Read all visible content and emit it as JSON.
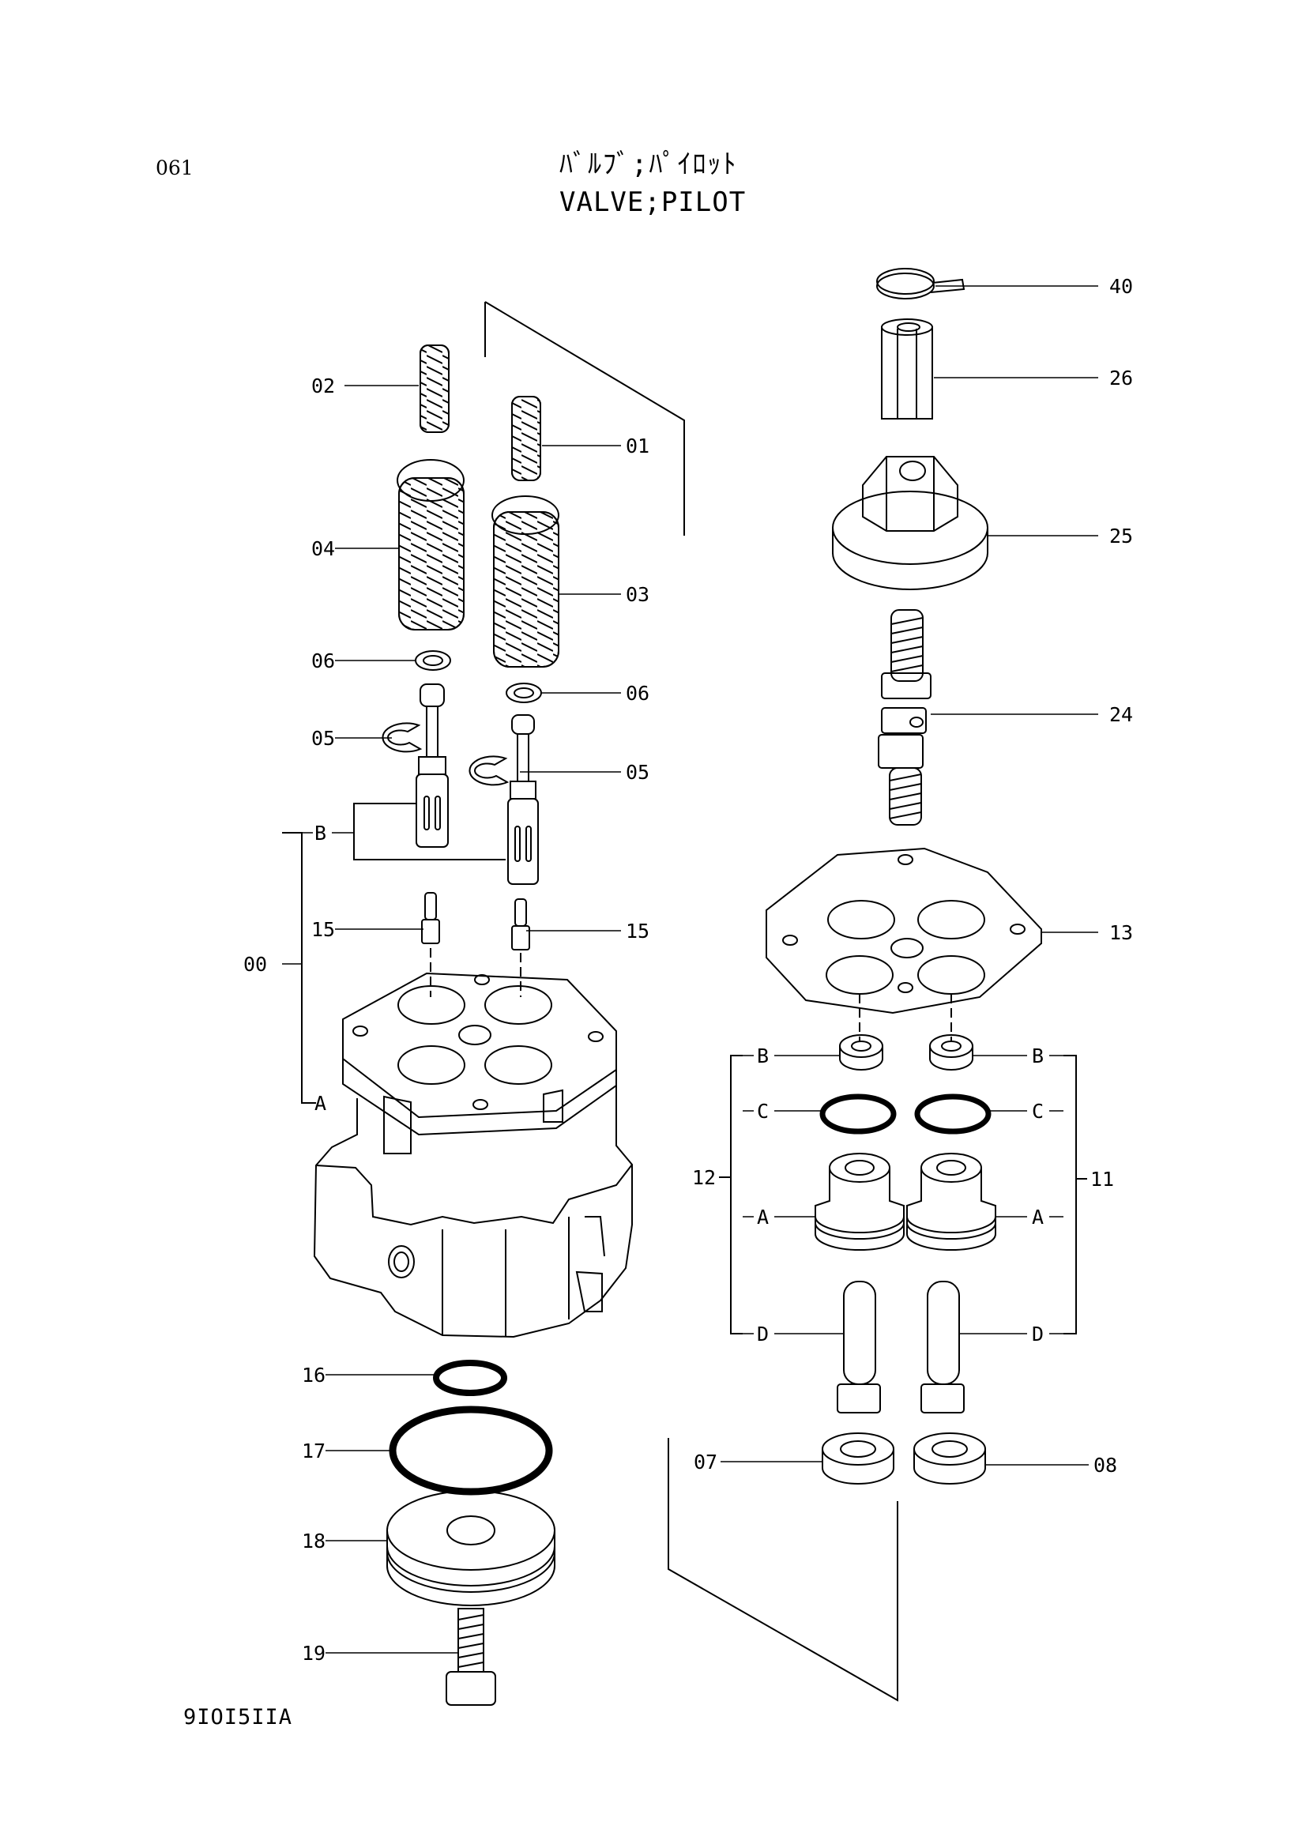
{
  "header": {
    "page_number": "061",
    "title_jp": "ﾊﾞﾙﾌﾞ;ﾊﾟｲﾛｯﾄ",
    "title_en": "VALVE;PILOT"
  },
  "footer": {
    "drawing_number": "9IOI5IIA"
  },
  "labels": {
    "p01": "01",
    "p02": "02",
    "p03": "03",
    "p04": "04",
    "p05": "05",
    "p05b": "05",
    "p06": "06",
    "p06b": "06",
    "p07": "07",
    "p08": "08",
    "p00": "00",
    "p11": "11",
    "p12": "12",
    "p13": "13",
    "p15": "15",
    "p15b": "15",
    "p16": "16",
    "p17": "17",
    "p18": "18",
    "p19": "19",
    "p24": "24",
    "p25": "25",
    "p26": "26",
    "p40": "40",
    "s00A": "A",
    "s00B": "B",
    "s12A": "A",
    "s12B": "B",
    "s12C": "C",
    "s12D": "D",
    "s11A": "A",
    "s11B": "B",
    "s11C": "C",
    "s11D": "D"
  }
}
